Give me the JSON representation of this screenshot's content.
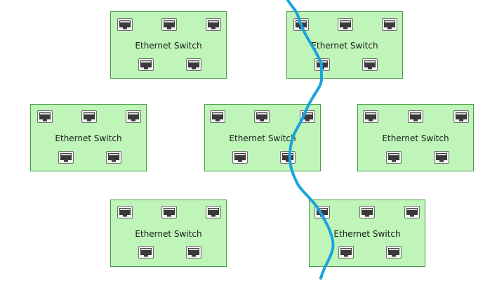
{
  "switches": [
    {
      "label": "Ethernet Switch"
    },
    {
      "label": "Ethernet Switch"
    },
    {
      "label": "Ethernet Switch"
    },
    {
      "label": "Ethernet Switch"
    },
    {
      "label": "Ethernet Switch"
    },
    {
      "label": "Ethernet Switch"
    },
    {
      "label": "Ethernet Switch"
    }
  ],
  "ports_per_switch": 5,
  "colors": {
    "switch_fill": "#bff5b8",
    "switch_border": "#4c9a48",
    "cable": "#1aa3dd",
    "port_frame": "#6e6e6e",
    "port_socket": "#3a3a3a"
  }
}
